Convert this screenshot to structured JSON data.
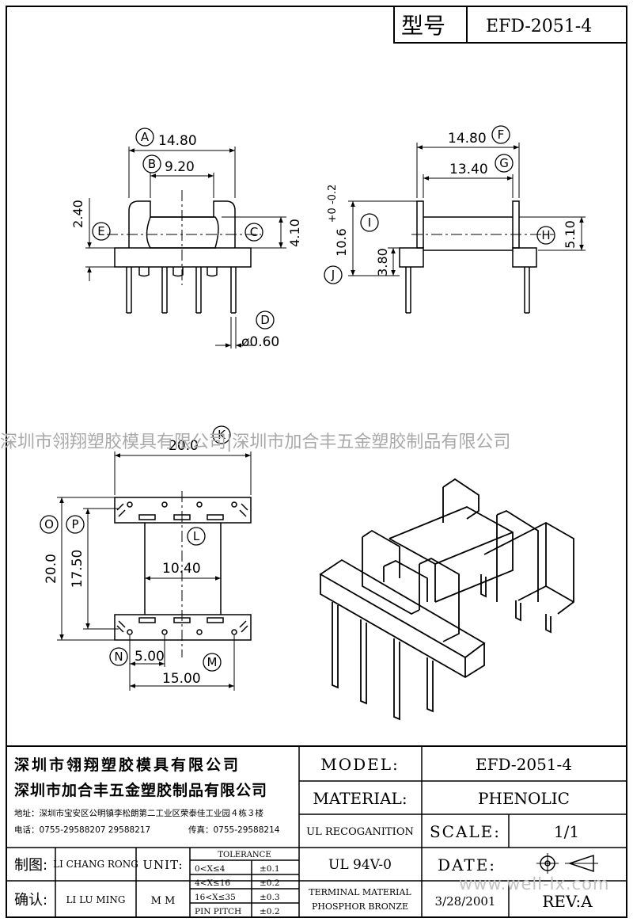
{
  "header": {
    "label": "型号",
    "model": "EFD-2051-4"
  },
  "watermark": "深圳市翎翔塑胶模具有限公司|深圳市加合丰五金塑胶制品有限公司",
  "watermark_site": "www.well-lx.com",
  "callouts": {
    "A": "A",
    "B": "B",
    "C": "C",
    "D": "D",
    "E": "E",
    "F": "F",
    "G": "G",
    "H": "H",
    "I": "I",
    "J": "J",
    "K": "K",
    "L": "L",
    "M": "M",
    "N": "N",
    "O": "O",
    "P": "P"
  },
  "dimensions": {
    "a": "14.80",
    "b": "9.20",
    "c": "4.10",
    "d": "ø0.60",
    "e": "2.40",
    "f": "14.80",
    "g": "13.40",
    "h": "5.10",
    "i_base": "10.6",
    "i_tol": "+0 -0.2",
    "j": "3.80",
    "k": "20.0",
    "l": "10.40",
    "m": "15.00",
    "n": "5.00",
    "o": "20.0",
    "p": "17.50"
  },
  "title_block": {
    "company1": "深圳市翎翔塑胶模具有限公司",
    "company2": "深圳市加合丰五金塑胶制品有限公司",
    "address": "地址：深圳市宝安区公明镇李松朗第二工业区荣泰佳工业园４栋３楼",
    "phone": "电话：0755-29588207  29588217",
    "fax": "传真：0755-29588214",
    "model_label": "MODEL:",
    "model_value": "EFD-2051-4",
    "material_label": "MATERIAL:",
    "material_value": "PHENOLIC",
    "ul_label": "UL RECOGANITION",
    "ul_value": "UL 94V-0",
    "scale_label": "SCALE:",
    "scale_value": "1/1",
    "date_label": "DATE:",
    "date_value": "3/28/2001",
    "rev_label": "REV:A",
    "terminal_label": "TERMINAL MATERIAL",
    "terminal_value": "PHOSPHOR  BRONZE",
    "drawn_label": "制图:",
    "drawn_name": "LI CHANG RONG",
    "check_label": "确认:",
    "check_name": "LI LU MING",
    "unit_label": "UNIT:",
    "unit_value": "M M",
    "tolerance_title": "TOLERANCE",
    "tol1": "0<X≤4",
    "tol1_v": "±0.1",
    "tol2": "4<X≤16",
    "tol2_v": "±0.2",
    "tol3": "16<X≤35",
    "tol3_v": "±0.3",
    "tol4": "PIN PITCH",
    "tol4_v": "±0.2"
  }
}
